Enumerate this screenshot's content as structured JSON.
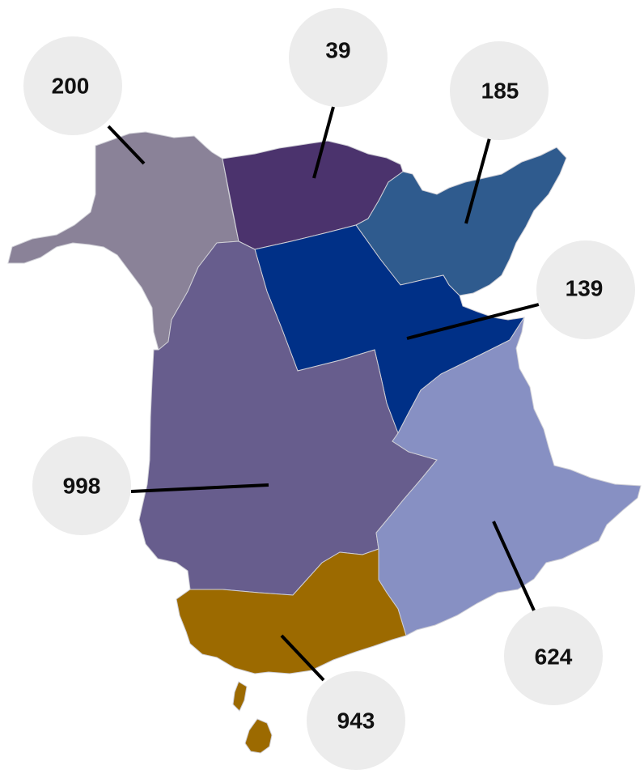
{
  "regions": [
    {
      "id": "northwest",
      "label": "200",
      "color": "#8a8298"
    },
    {
      "id": "north",
      "label": "39",
      "color": "#4b336d"
    },
    {
      "id": "northeast",
      "label": "185",
      "color": "#2f5b8e"
    },
    {
      "id": "central",
      "label": "139",
      "color": "#003087"
    },
    {
      "id": "west",
      "label": "998",
      "color": "#675d8d"
    },
    {
      "id": "east",
      "label": "624",
      "color": "#8790c3"
    },
    {
      "id": "south",
      "label": "943",
      "color": "#9c6a00"
    }
  ],
  "colors": {
    "bubble": "#ececec",
    "leader": "#000000",
    "border": "#cfcfd6"
  }
}
